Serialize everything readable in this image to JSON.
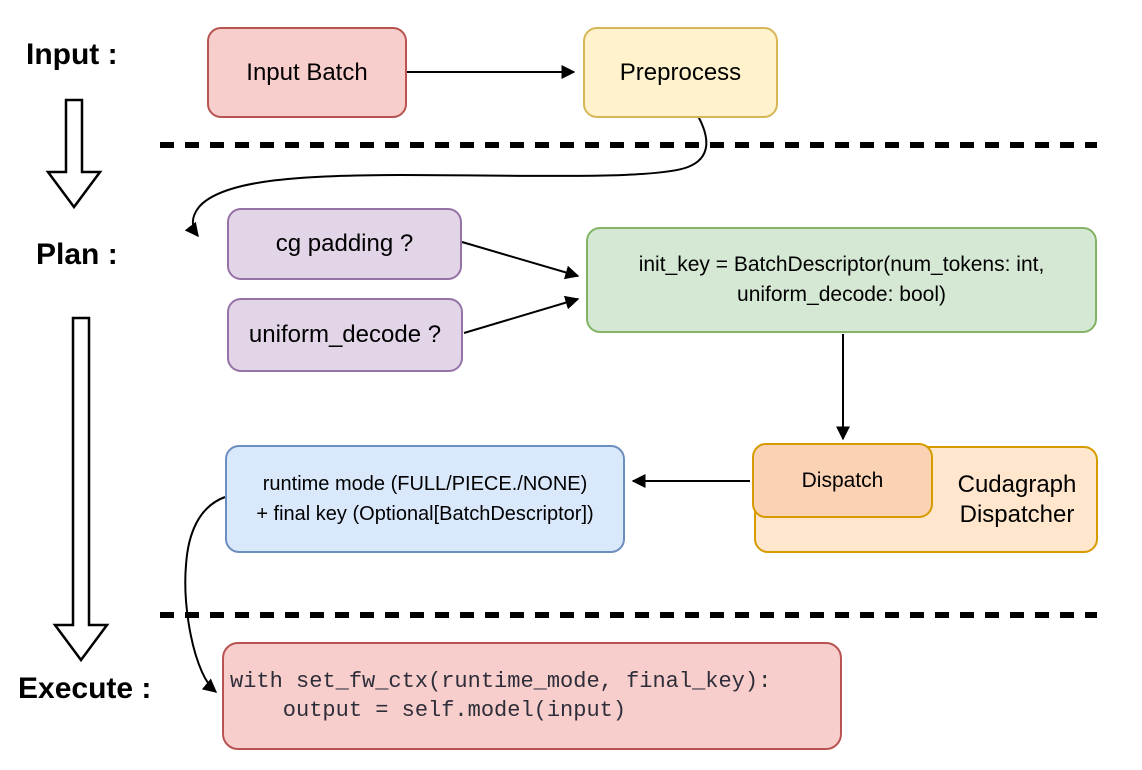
{
  "stage_labels": {
    "input": "Input :",
    "plan": "Plan :",
    "execute": "Execute :"
  },
  "nodes": {
    "input_batch": {
      "label": "Input Batch",
      "fill": "#f8cecc",
      "stroke": "#b85450"
    },
    "preprocess": {
      "label": "Preprocess",
      "fill": "#fff2cc",
      "stroke": "#d6b656"
    },
    "cg_padding": {
      "label": "cg padding ?",
      "fill": "#e1d5e7",
      "stroke": "#9673a6"
    },
    "uniform_decode": {
      "label": "uniform_decode ?",
      "fill": "#e1d5e7",
      "stroke": "#9673a6"
    },
    "init_key": {
      "line1": "init_key = BatchDescriptor(num_tokens: int,",
      "line2": "uniform_decode: bool)",
      "fill": "#d5e8d4",
      "stroke": "#82b366"
    },
    "runtime_result": {
      "line1": "runtime mode (FULL/PIECE./NONE)",
      "line2": "+ final key (Optional[BatchDescriptor])",
      "fill": "#dae8fc",
      "stroke": "#6c8ebf"
    },
    "dispatch": {
      "label": "Dispatch",
      "fill": "#fbd3b4",
      "stroke": "#d79b00"
    },
    "cudagraph_dispatcher": {
      "line1": "Cudagraph",
      "line2": "Dispatcher",
      "fill": "#ffe6cc",
      "stroke": "#d79b00"
    },
    "execute_code": {
      "line1": "with set_fw_ctx(runtime_mode, final_key):",
      "line2": "    output = self.model(input)",
      "fill": "#f8cecc",
      "stroke": "#b85450"
    }
  },
  "icons": {
    "input_to_plan": "down-arrow-icon",
    "plan_to_execute": "down-arrow-long-icon"
  },
  "connector_color": "#000000",
  "separator_style": "dashed"
}
